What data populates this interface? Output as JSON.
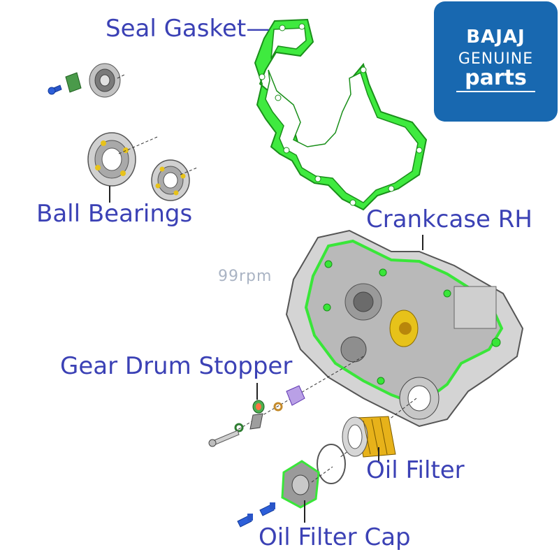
{
  "labels": {
    "seal_gasket": "Seal Gasket—",
    "ball_bearings": "Ball Bearings",
    "crankcase": "Crankcase RH",
    "gear_drum_stopper": "Gear Drum Stopper",
    "oil_filter": "Oil Filter",
    "oil_filter_cap": "Oil Filter Cap"
  },
  "brand_badge": {
    "line1": "BAJAJ",
    "line2": "GENUINE",
    "line3": "parts",
    "background": "#1868b0"
  },
  "watermark": "99rpm",
  "colors": {
    "label_text": "#3b41b5",
    "gasket_green": "#39e639",
    "part_grey": "#c8c8c8",
    "filter_yellow": "#e7b21a"
  }
}
